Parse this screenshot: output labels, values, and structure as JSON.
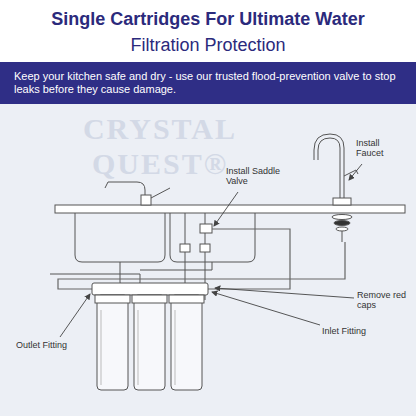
{
  "diagram": {
    "title": "Single Cartridges For Ultimate Water",
    "labels": [
      "Filtration Protection",
      "Keep your kitchen safe and dry - use our trusted flood-prevention valve to stop leaks before they cause damage.",
      "CRYSTAL QUEST®",
      "Install Faucet",
      "Install Saddle Valve",
      "Outlet Fitting",
      "Inlet Fitting",
      "Remove red caps"
    ]
  }
}
